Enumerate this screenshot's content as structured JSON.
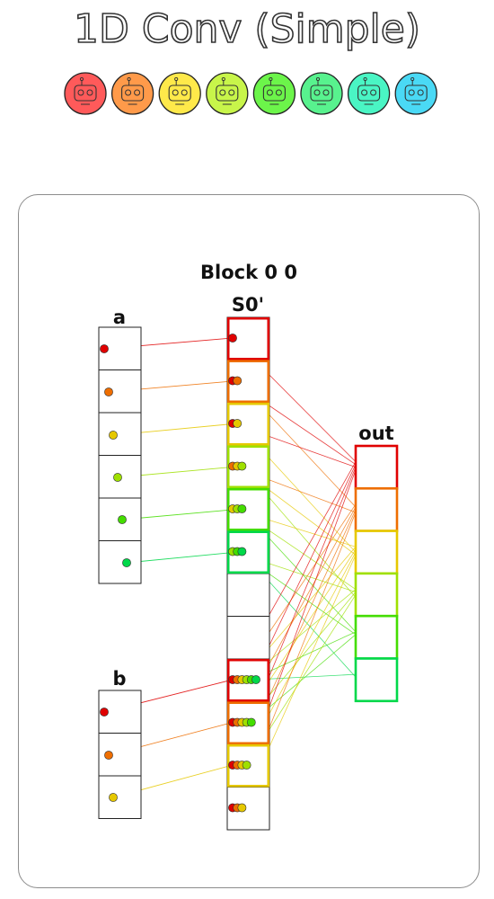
{
  "title": "1D Conv (Simple)",
  "threads": [
    {
      "color": "#ff5a5a",
      "icon": "robot-icon"
    },
    {
      "color": "#ff9a4a",
      "icon": "robot-icon"
    },
    {
      "color": "#ffe94a",
      "icon": "robot-icon"
    },
    {
      "color": "#c8f54a",
      "icon": "robot-icon"
    },
    {
      "color": "#6cf54a",
      "icon": "robot-icon"
    },
    {
      "color": "#58f28e",
      "icon": "robot-icon"
    },
    {
      "color": "#4af5c4",
      "icon": "robot-icon"
    },
    {
      "color": "#4ad9f5",
      "icon": "robot-icon"
    }
  ],
  "block_label": "Block 0 0",
  "shared_label": "S0'",
  "a_label": "a",
  "b_label": "b",
  "out_label": "out",
  "thread_colors": [
    "#e00000",
    "#ee6e00",
    "#e6c800",
    "#9fe000",
    "#44dd00",
    "#00d84a"
  ],
  "diagram": {
    "a_cells": 6,
    "b_cells": 3,
    "shared_cells": 12,
    "out_cells": 6,
    "a_to_shared": [
      [
        0,
        0
      ],
      [
        1,
        1
      ],
      [
        2,
        2
      ],
      [
        3,
        3
      ],
      [
        4,
        4
      ],
      [
        5,
        5
      ]
    ],
    "b_to_shared": [
      [
        0,
        8
      ],
      [
        1,
        9
      ],
      [
        2,
        10
      ]
    ],
    "shared_dots": [
      [
        0
      ],
      [
        0,
        1
      ],
      [
        0,
        2
      ],
      [
        1,
        2,
        3
      ],
      [
        2,
        3,
        4
      ],
      [
        3,
        4,
        5
      ],
      [],
      [],
      [
        0,
        1,
        2,
        3,
        4,
        5
      ],
      [
        0,
        1,
        2,
        3,
        4
      ],
      [
        0,
        1,
        2,
        3
      ],
      [
        0,
        1,
        2
      ]
    ],
    "shared_borders": [
      0,
      1,
      2,
      3,
      4,
      5,
      null,
      null,
      0,
      1,
      2,
      null
    ],
    "out_borders": [
      0,
      1,
      2,
      3,
      4,
      5
    ]
  }
}
